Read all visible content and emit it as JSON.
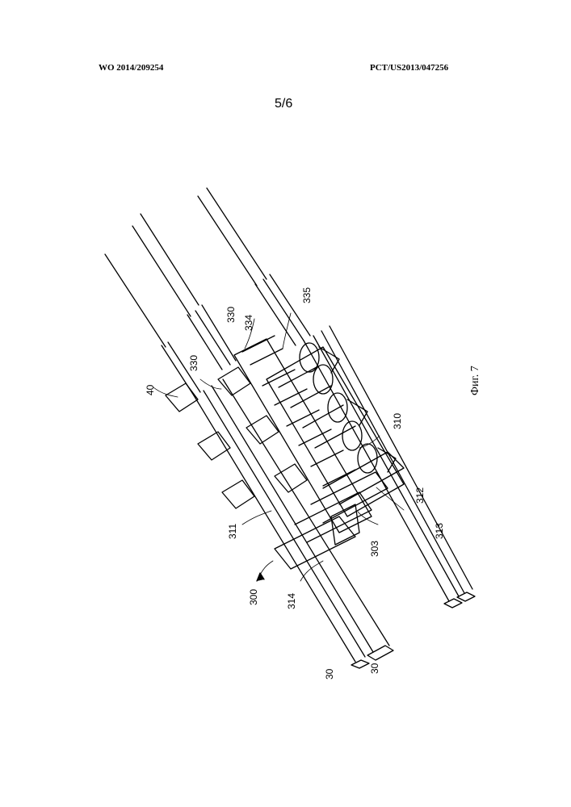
{
  "header": {
    "publication_number": "WO 2014/209254",
    "application_number": "PCT/US2013/047256"
  },
  "sheet": {
    "page_indicator": "5/6"
  },
  "figure": {
    "caption": "Фиг. 7",
    "reference_numerals": {
      "r300": "300",
      "r314": "314",
      "r311": "311",
      "r303": "303",
      "r313": "313",
      "r312": "312",
      "r310": "310",
      "r335": "335",
      "r334": "334",
      "r330a": "330",
      "r330b": "330",
      "r40": "40",
      "r30a": "30",
      "r30b": "30"
    }
  }
}
